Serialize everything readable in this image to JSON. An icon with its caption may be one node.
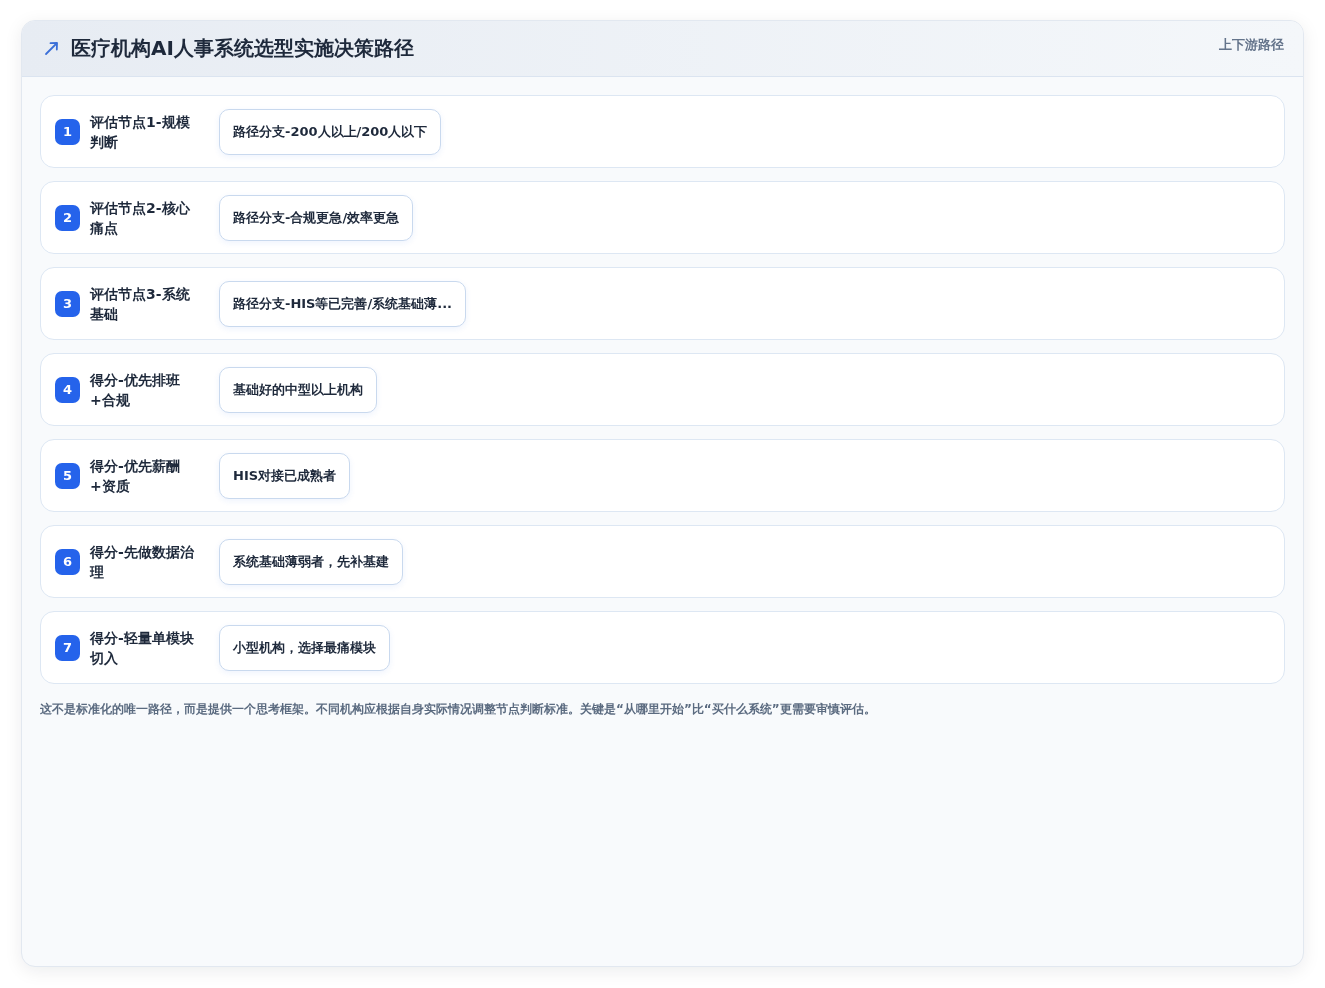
{
  "diagram": {
    "title": "医疗机构AI人事系统选型实施决策路径",
    "nodes": [
      {
        "text": [
          "评估节点1-规模判断"
        ]
      },
      {
        "text": [
          "1"
        ],
        "in": 0
      },
      {
        "text": [
          "路径分支-200人以上/200人以下"
        ],
        "in": 0
      },
      {
        "text": [
          "评估节点2-核心痛点"
        ]
      },
      {
        "text": [
          "2"
        ],
        "in": 3
      },
      {
        "text": [
          "路径分支-合规更急/效率更急"
        ],
        "in": 3
      },
      {
        "text": [
          "评估节点3-系统基础"
        ]
      },
      {
        "text": [
          "3"
        ],
        "in": 6
      },
      {
        "text": [
          "路径分支-HIS等已完善/系统基础薄..."
        ],
        "in": 6
      },
      {
        "text": [
          "得分-优先排班+合规"
        ]
      },
      {
        "text": [
          "4"
        ],
        "in": 9
      },
      {
        "text": [
          "基础好的中型以上机构"
        ],
        "in": 9
      },
      {
        "text": [
          "得分-优先薪酬+资质"
        ]
      },
      {
        "text": [
          "5"
        ],
        "in": 12
      },
      {
        "text": [
          "HIS对接已成熟者"
        ],
        "in": 12
      },
      {
        "text": [
          "得分-先做数据治理"
        ]
      },
      {
        "text": [
          "6"
        ],
        "in": 15
      },
      {
        "text": [
          "系统基础薄弱者，先补基建"
        ],
        "in": 15
      },
      {
        "text": [
          "得分-轻量单模块切入"
        ]
      },
      {
        "text": [
          "7"
        ],
        "in": 18
      },
      {
        "text": [
          "小型机构，选择最痛模块"
        ],
        "in": 18
      }
    ],
    "labels": [
      "上下游路径"
    ],
    "caption": "这不是标准化的唯一路径，而是提供一个思考框架。不同机构应根据自身实际情况调整节点判断标准。关键是“从哪里开始”比“买什么系统”更需要审慎评估。"
  }
}
